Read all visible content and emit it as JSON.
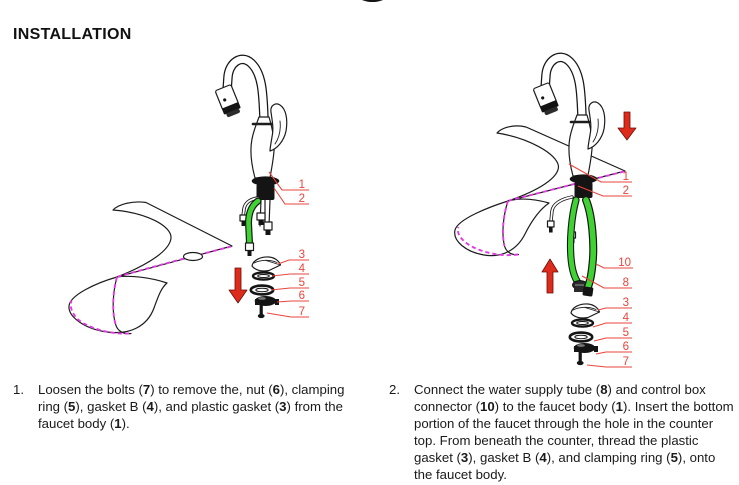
{
  "page": {
    "title": "INSTALLATION"
  },
  "colors": {
    "callout_red": "#e8453c",
    "arrow_red": "#dd2b1c",
    "tube_green": "#3fd332",
    "counter_edge_magenta": "#e239e2"
  },
  "diagram_left": {
    "callouts": [
      "1",
      "2",
      "3",
      "4",
      "5",
      "6",
      "7"
    ]
  },
  "diagram_right": {
    "callouts": [
      "1",
      "2",
      "10",
      "8",
      "3",
      "4",
      "5",
      "6",
      "7"
    ]
  },
  "instructions": [
    {
      "num": "1.",
      "segments": [
        "Loosen the bolts (",
        {
          "b": "7"
        },
        ") to remove the, nut (",
        {
          "b": "6"
        },
        "), clamping ring (",
        {
          "b": "5"
        },
        "), gasket B (",
        {
          "b": "4"
        },
        "), and plastic gasket (",
        {
          "b": "3"
        },
        ") from the faucet body (",
        {
          "b": "1"
        },
        ")."
      ]
    },
    {
      "num": "2.",
      "segments": [
        "Connect the water supply tube (",
        {
          "b": "8"
        },
        ") and control box connector (",
        {
          "b": "10"
        },
        ") to the faucet body (",
        {
          "b": "1"
        },
        "). Insert the bottom portion of the faucet through the hole in the counter top. From beneath the counter, thread the plastic gasket (",
        {
          "b": "3"
        },
        "), gasket B (",
        {
          "b": "4"
        },
        "), and clamping ring (",
        {
          "b": "5"
        },
        "), onto the faucet body."
      ]
    }
  ]
}
